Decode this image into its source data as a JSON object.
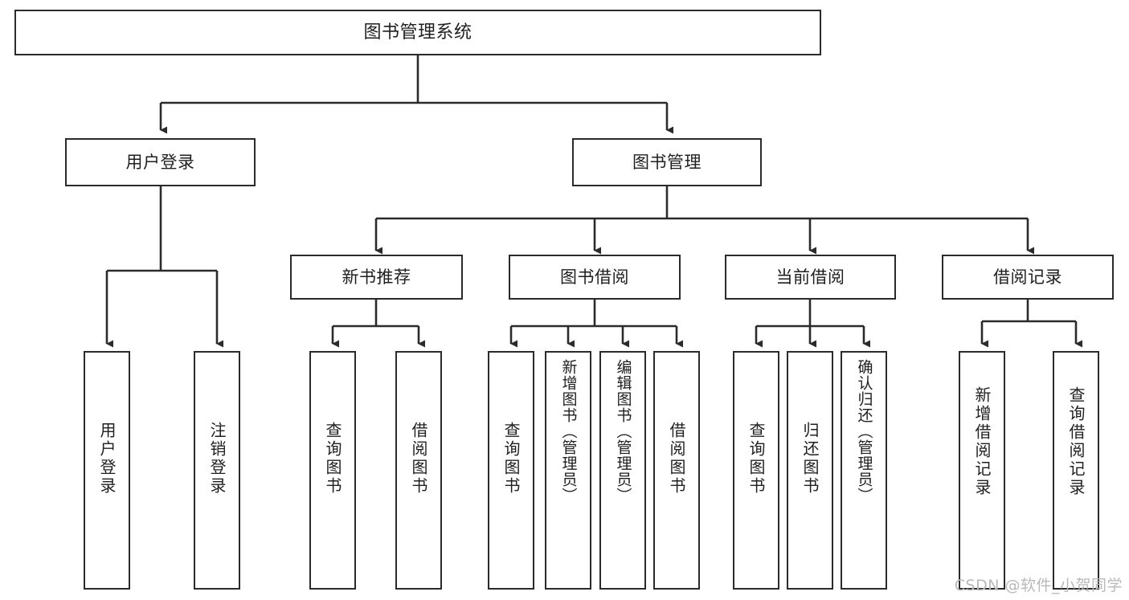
{
  "diagram": {
    "type": "tree-hierarchy-chart",
    "orientation": "top-down",
    "title": "图书管理系统",
    "stroke_color": "#2b2b2b",
    "fill_color": "#ffffff",
    "text_color": "#1f1f1f"
  },
  "nodes": {
    "root": {
      "label": "图书管理系统"
    },
    "level1": [
      {
        "id": "user-login",
        "label": "用户登录"
      },
      {
        "id": "book-management",
        "label": "图书管理"
      }
    ],
    "level2": [
      {
        "id": "new-book-recommend",
        "label": "新书推荐"
      },
      {
        "id": "book-borrow",
        "label": "图书借阅"
      },
      {
        "id": "current-borrow",
        "label": "当前借阅"
      },
      {
        "id": "borrow-record",
        "label": "借阅记录"
      }
    ],
    "leaves": {
      "user_login": [
        {
          "id": "leaf-user-login",
          "label": "用户登录"
        },
        {
          "id": "leaf-logout-login",
          "label": "注销登录"
        }
      ],
      "new_book_recommend": [
        {
          "id": "leaf-query-book-1",
          "label": "查询图书"
        },
        {
          "id": "leaf-borrow-book-1",
          "label": "借阅图书"
        }
      ],
      "book_borrow": [
        {
          "id": "leaf-query-book-2",
          "label": "查询图书"
        },
        {
          "id": "leaf-add-book",
          "label": "新增图书（管理员）"
        },
        {
          "id": "leaf-edit-book",
          "label": "编辑图书（管理员）"
        },
        {
          "id": "leaf-borrow-book-2",
          "label": "借阅图书"
        }
      ],
      "current_borrow": [
        {
          "id": "leaf-query-book-3",
          "label": "查询图书"
        },
        {
          "id": "leaf-return-book",
          "label": "归还图书"
        },
        {
          "id": "leaf-confirm-return",
          "label": "确认归还（管理员）"
        }
      ],
      "borrow_record": [
        {
          "id": "leaf-add-record",
          "label": "新增借阅记录"
        },
        {
          "id": "leaf-query-record",
          "label": "查询借阅记录"
        }
      ]
    }
  },
  "watermark": {
    "text": "CSDN @软件_小贺同学"
  }
}
